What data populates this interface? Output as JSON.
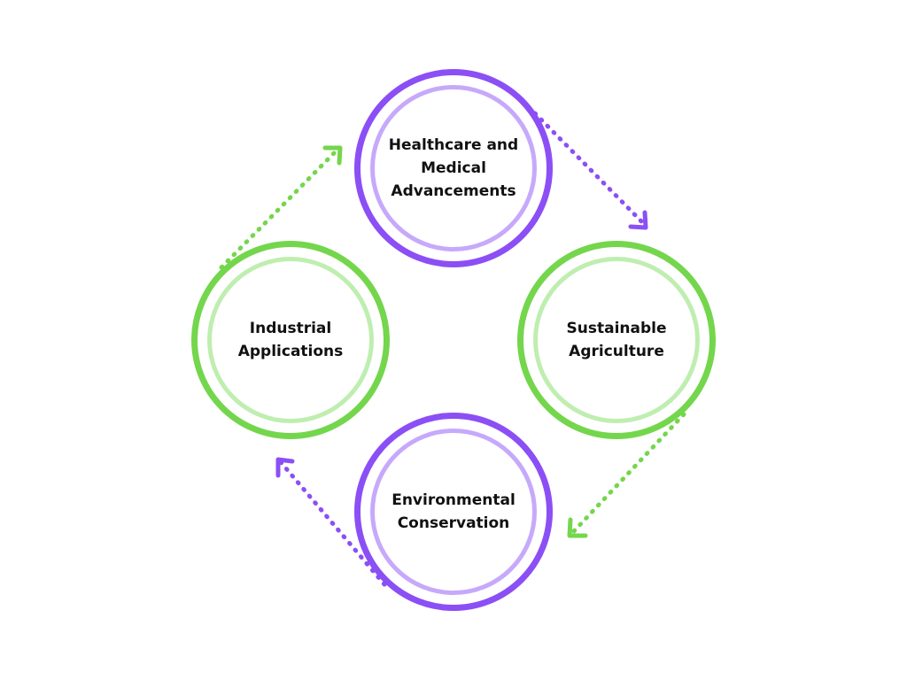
{
  "colors": {
    "purple_outer": "#8b4ff5",
    "purple_inner": "#c7a9fb",
    "green_outer": "#74d64c",
    "green_inner": "#bfeeb0",
    "text": "#111111"
  },
  "nodes": [
    {
      "id": "top",
      "label": "Healthcare and\nMedical\nAdvancements",
      "color": "purple"
    },
    {
      "id": "right",
      "label": "Sustainable\nAgriculture",
      "color": "green"
    },
    {
      "id": "bottom",
      "label": "Environmental\nConservation",
      "color": "purple"
    },
    {
      "id": "left",
      "label": "Industrial\nApplications",
      "color": "green"
    }
  ],
  "arrows": [
    {
      "from": "top",
      "to": "right",
      "color": "purple",
      "style": "dotted"
    },
    {
      "from": "right",
      "to": "bottom",
      "color": "green",
      "style": "dotted"
    },
    {
      "from": "bottom",
      "to": "left",
      "color": "purple",
      "style": "dotted"
    },
    {
      "from": "left",
      "to": "top",
      "color": "green",
      "style": "dotted"
    }
  ]
}
